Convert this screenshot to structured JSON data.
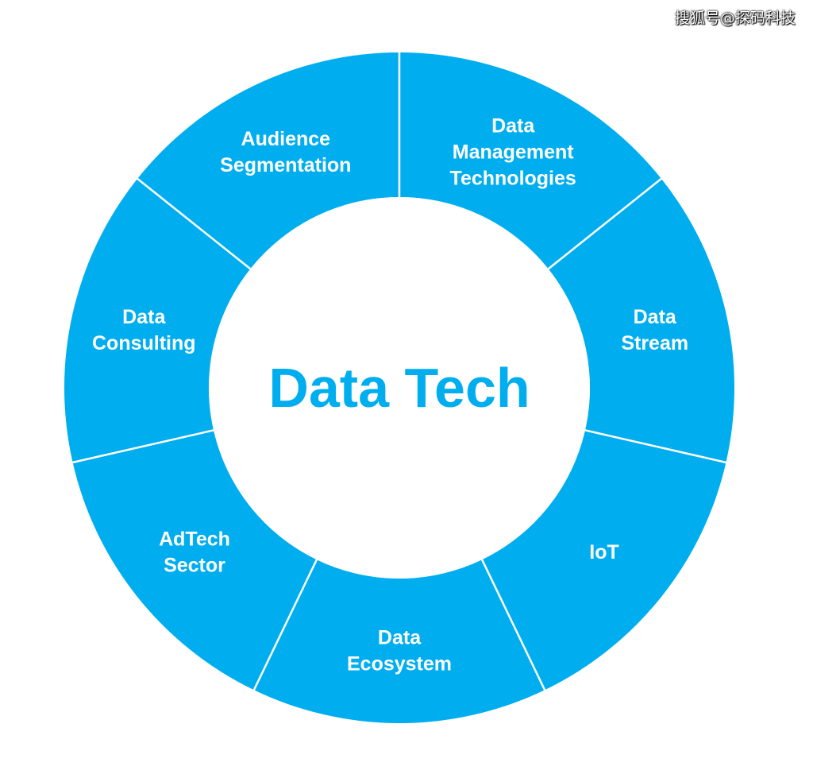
{
  "diagram": {
    "center_label": "Data Tech",
    "segments": [
      {
        "lines": [
          "Data",
          "Management",
          "Technologies"
        ]
      },
      {
        "lines": [
          "Data",
          "Stream"
        ]
      },
      {
        "lines": [
          "IoT"
        ]
      },
      {
        "lines": [
          "Data",
          "Ecosystem"
        ]
      },
      {
        "lines": [
          "AdTech",
          "Sector"
        ]
      },
      {
        "lines": [
          "Data",
          "Consulting"
        ]
      },
      {
        "lines": [
          "Audience",
          "Segmentation"
        ]
      }
    ]
  },
  "colors": {
    "ring": "#00aeef",
    "divider": "#ffffff",
    "center_text": "#00aeef",
    "background": "#ffffff"
  },
  "watermark": "搜狐号@探码科技"
}
